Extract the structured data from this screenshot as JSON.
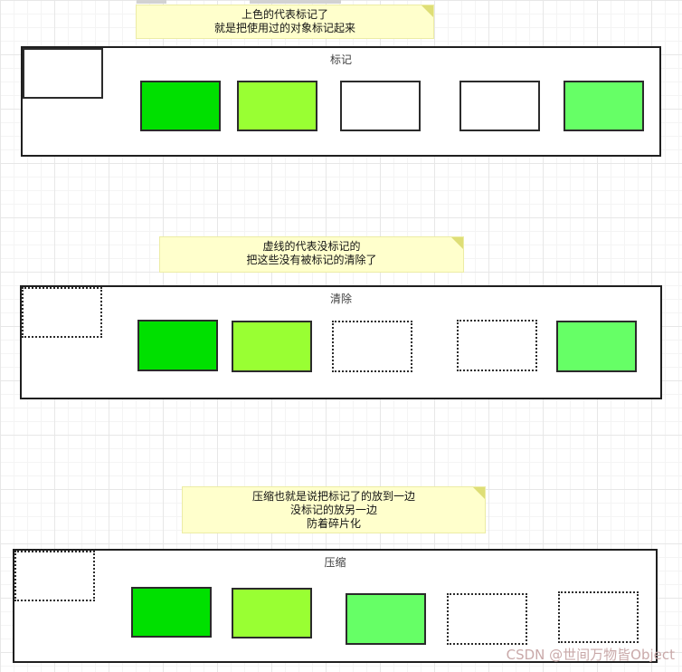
{
  "diagram": {
    "notes": [
      {
        "lines": [
          "上色的代表标记了",
          "就是把使用过的对象标记起来"
        ]
      },
      {
        "lines": [
          "虚线的代表没标记的",
          "把这些没有被标记的清除了"
        ]
      },
      {
        "lines": [
          "压缩也就是说把标记了的放到一边",
          "没标记的放另一边",
          "防着碎片化"
        ]
      }
    ],
    "sections": [
      {
        "title": "标记",
        "cells": [
          {
            "fill": "#00E000",
            "border": "solid"
          },
          {
            "fill": "#99FF33",
            "border": "solid"
          },
          {
            "fill": "#FFFFFF",
            "border": "solid"
          },
          {
            "fill": "#FFFFFF",
            "border": "solid"
          },
          {
            "fill": "#66FF66",
            "border": "solid"
          },
          {
            "fill": "#FFFFFF",
            "border": "solid"
          }
        ]
      },
      {
        "title": "清除",
        "cells": [
          {
            "fill": "#00E000",
            "border": "solid"
          },
          {
            "fill": "#99FF33",
            "border": "solid"
          },
          {
            "fill": "#FFFFFF",
            "border": "dotted"
          },
          {
            "fill": "#FFFFFF",
            "border": "dotted"
          },
          {
            "fill": "#66FF66",
            "border": "solid"
          },
          {
            "fill": "#FFFFFF",
            "border": "dotted"
          }
        ]
      },
      {
        "title": "压缩",
        "cells": [
          {
            "fill": "#00E000",
            "border": "solid"
          },
          {
            "fill": "#99FF33",
            "border": "solid"
          },
          {
            "fill": "#66FF66",
            "border": "solid"
          },
          {
            "fill": "#FFFFFF",
            "border": "dotted"
          },
          {
            "fill": "#FFFFFF",
            "border": "dotted"
          },
          {
            "fill": "#FFFFFF",
            "border": "dotted"
          }
        ]
      }
    ],
    "watermark": "CSDN @世间万物皆Object",
    "colors": {
      "marked_green": "#00E000",
      "marked_yellow_green": "#99FF33",
      "marked_light_green": "#66FF66",
      "note_background": "#FFFFCC",
      "note_fold": "#DEDE76",
      "watermark_text": "#C9A9A9"
    }
  }
}
